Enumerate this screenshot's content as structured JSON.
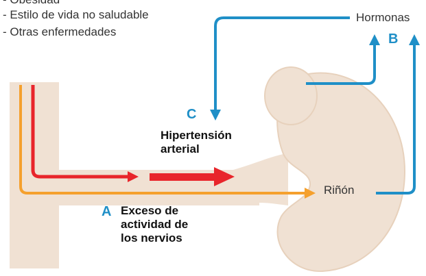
{
  "risk_factors": [
    "- Obesidad",
    "- Estilo de vida no saludable",
    "- Otras enfermedades"
  ],
  "labels": {
    "hormonas": "Hormonas",
    "rinon": "Riñón",
    "letter_a": "A",
    "letter_b": "B",
    "letter_c": "C",
    "hipertension": [
      "Hipertensión",
      "arterial"
    ],
    "exceso": [
      "Exceso de",
      "actividad de",
      "los nervios"
    ]
  },
  "colors": {
    "body": "#f0e1d3",
    "kidney_outline": "#e7d1bc",
    "blue": "#1f8fc7",
    "red": "#e8252b",
    "orange": "#f5a02d"
  }
}
